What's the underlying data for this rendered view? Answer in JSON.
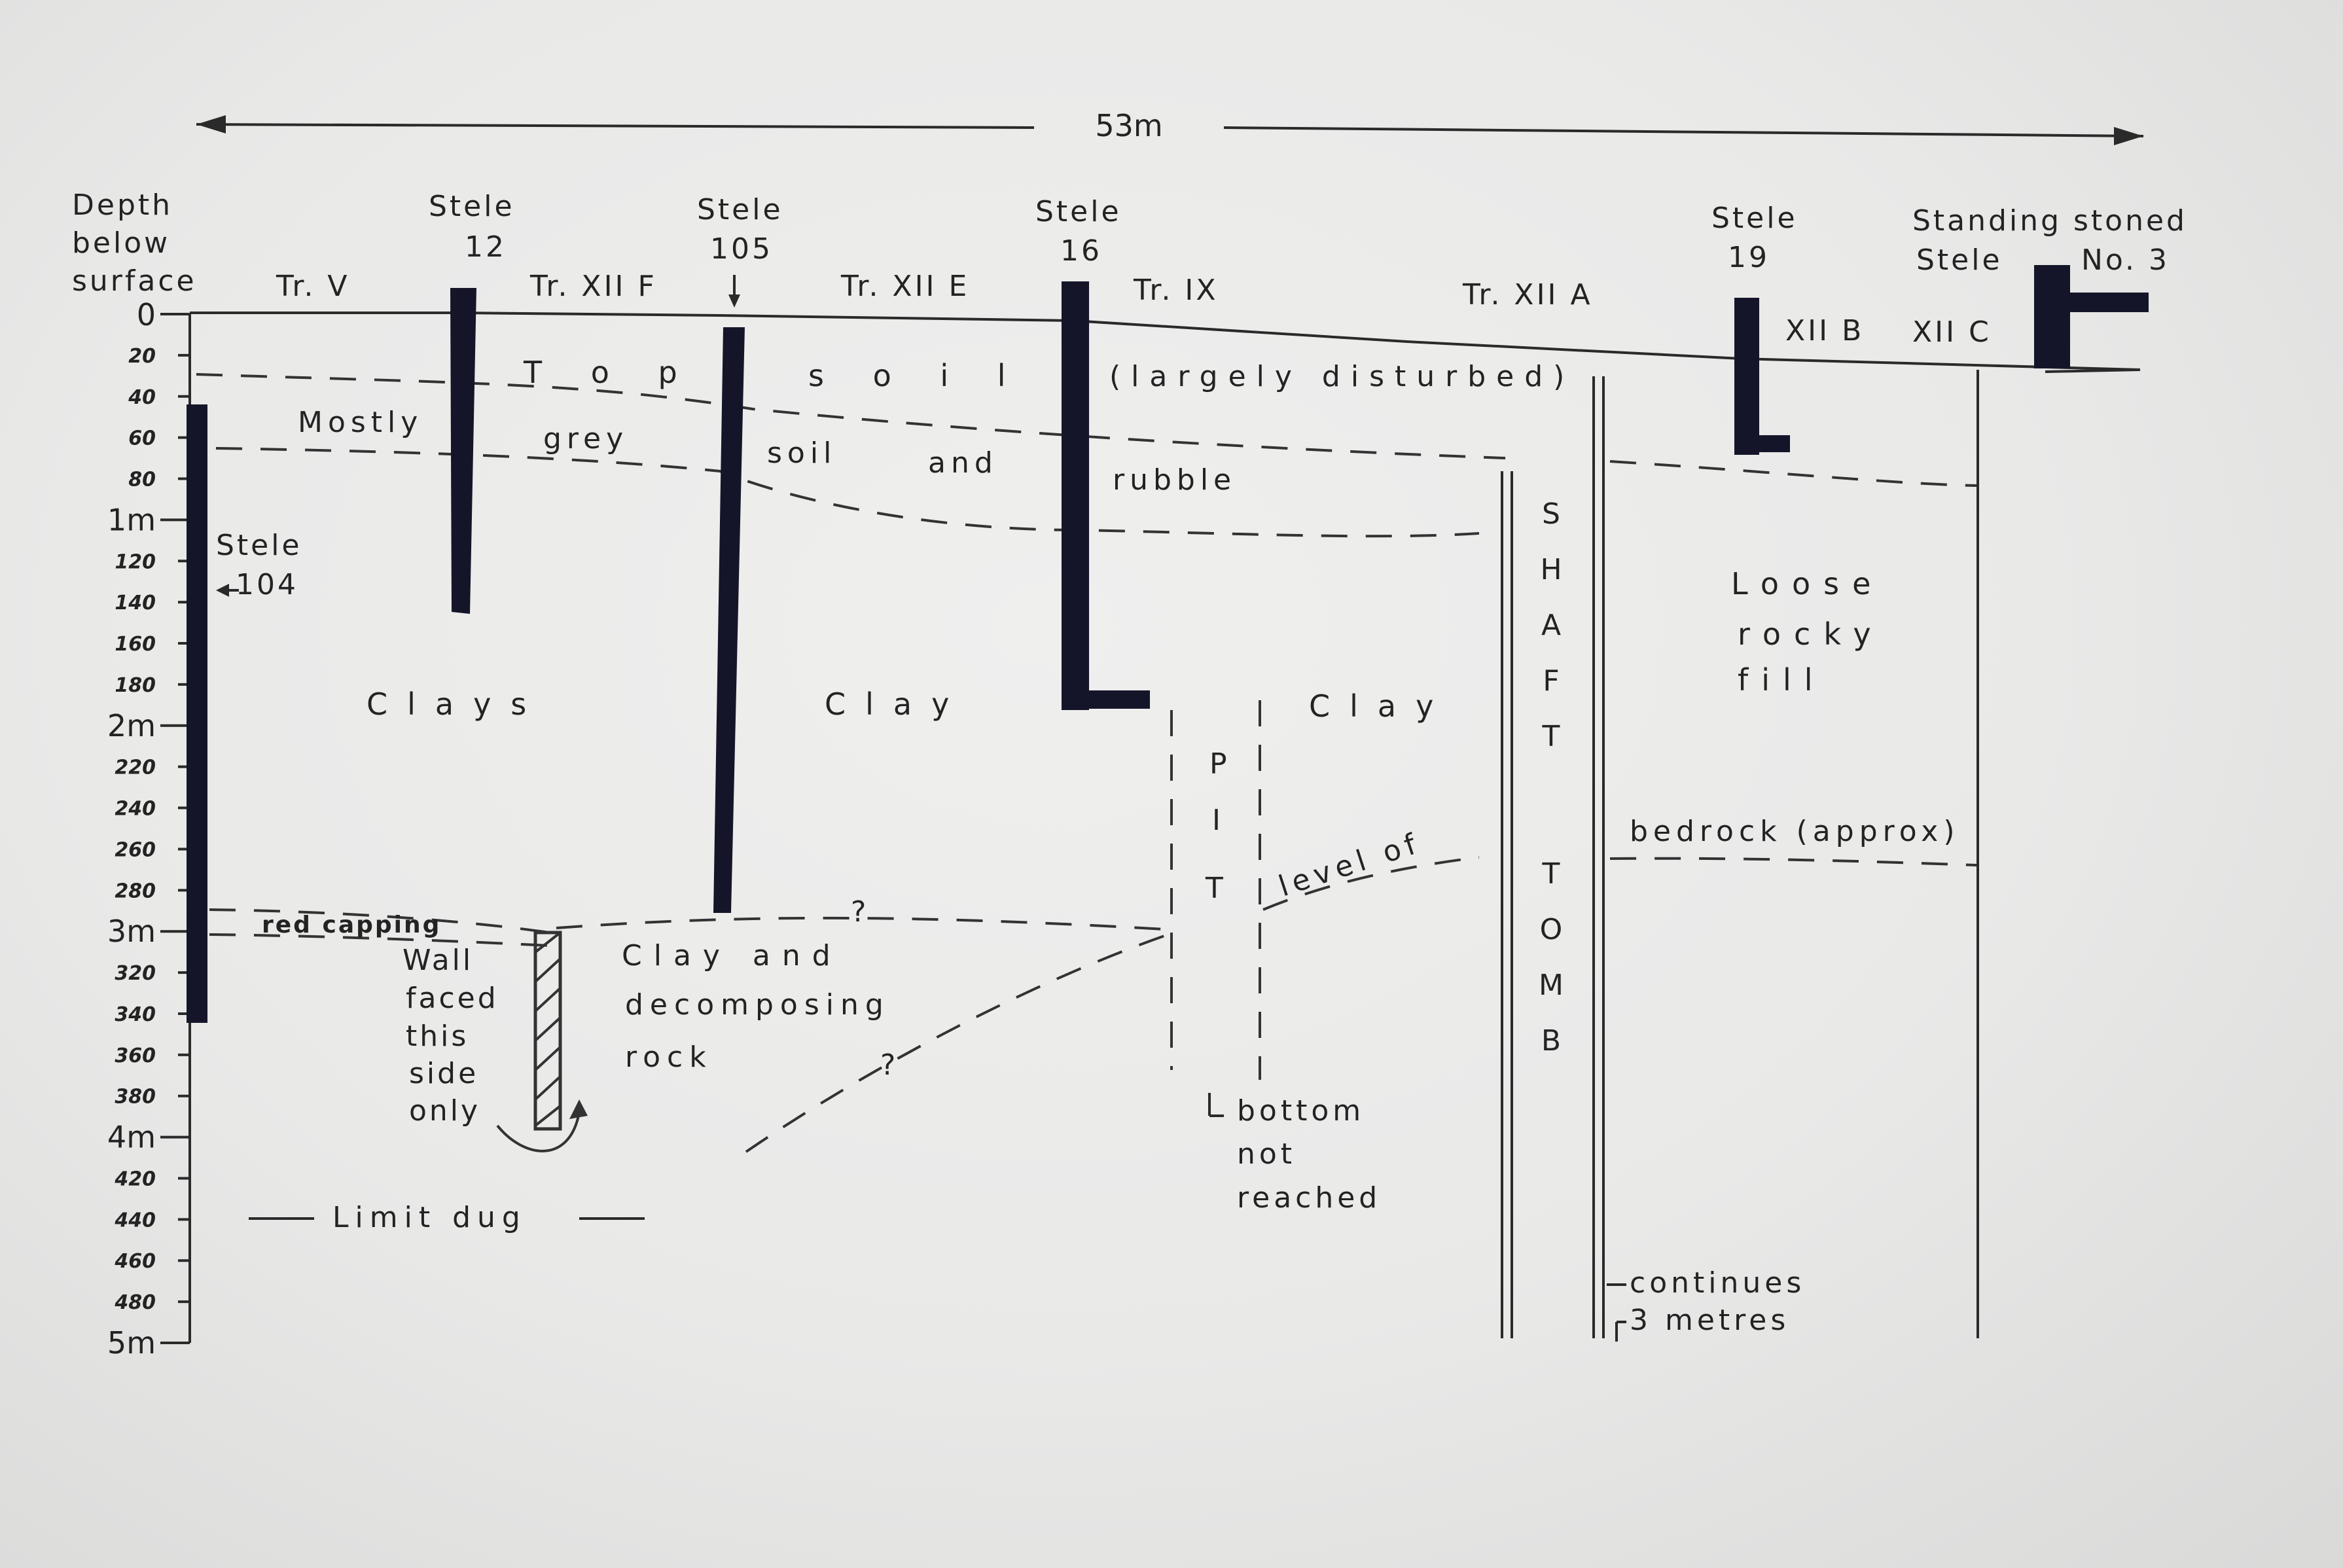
{
  "width_label": "53m",
  "depth_axis": {
    "title": [
      "Depth",
      "below",
      "surface"
    ],
    "zero": "0",
    "minor_ticks": [
      "20",
      "40",
      "60",
      "80",
      "120",
      "140",
      "160",
      "180",
      "220",
      "240",
      "260",
      "280",
      "320",
      "340",
      "360",
      "380",
      "420",
      "440",
      "460",
      "480"
    ],
    "major_ticks": [
      "1m",
      "2m",
      "3m",
      "4m",
      "5m"
    ]
  },
  "steles": {
    "s104": [
      "Stele",
      "104"
    ],
    "s12": [
      "Stele",
      "12"
    ],
    "s105": [
      "Stele",
      "105"
    ],
    "s16": [
      "Stele",
      "16"
    ],
    "s19": [
      "Stele",
      "19"
    ],
    "standing": [
      "Standing stoned",
      "Stele",
      "No. 3"
    ]
  },
  "trenches": {
    "v": "Tr. V",
    "xiif": "Tr. XII F",
    "xiie": "Tr. XII E",
    "ix": "Tr. IX",
    "xiia": "Tr. XII A",
    "xiib": "XII B",
    "xiic": "XII C"
  },
  "layers": {
    "topsoil_words": [
      "T o p",
      "s o i l",
      "(largely disturbed)"
    ],
    "grey_words": [
      "Mostly",
      "grey",
      "soil",
      "and",
      "rubble"
    ],
    "clays": "Clays",
    "clay_mid": "Clay",
    "clay_right": "Clay",
    "loose_fill": [
      "Loose",
      "rocky",
      "fill"
    ],
    "bedrock": "bedrock (approx)",
    "level_of": "level of",
    "red_capping": "red capping",
    "clay_decomp": [
      "Clay and",
      "decomposing",
      "rock"
    ],
    "wall_note": [
      "Wall",
      "faced",
      "this",
      "side",
      "only"
    ],
    "limit_dug": "Limit dug",
    "question": "?"
  },
  "features": {
    "pit": [
      "P",
      "I",
      "T"
    ],
    "bottom_note": [
      "bottom",
      "not",
      "reached"
    ],
    "shaft": [
      "S",
      "H",
      "A",
      "F",
      "T"
    ],
    "tomb": [
      "T",
      "O",
      "M",
      "B"
    ],
    "continues": [
      "continues",
      "3 metres"
    ]
  }
}
